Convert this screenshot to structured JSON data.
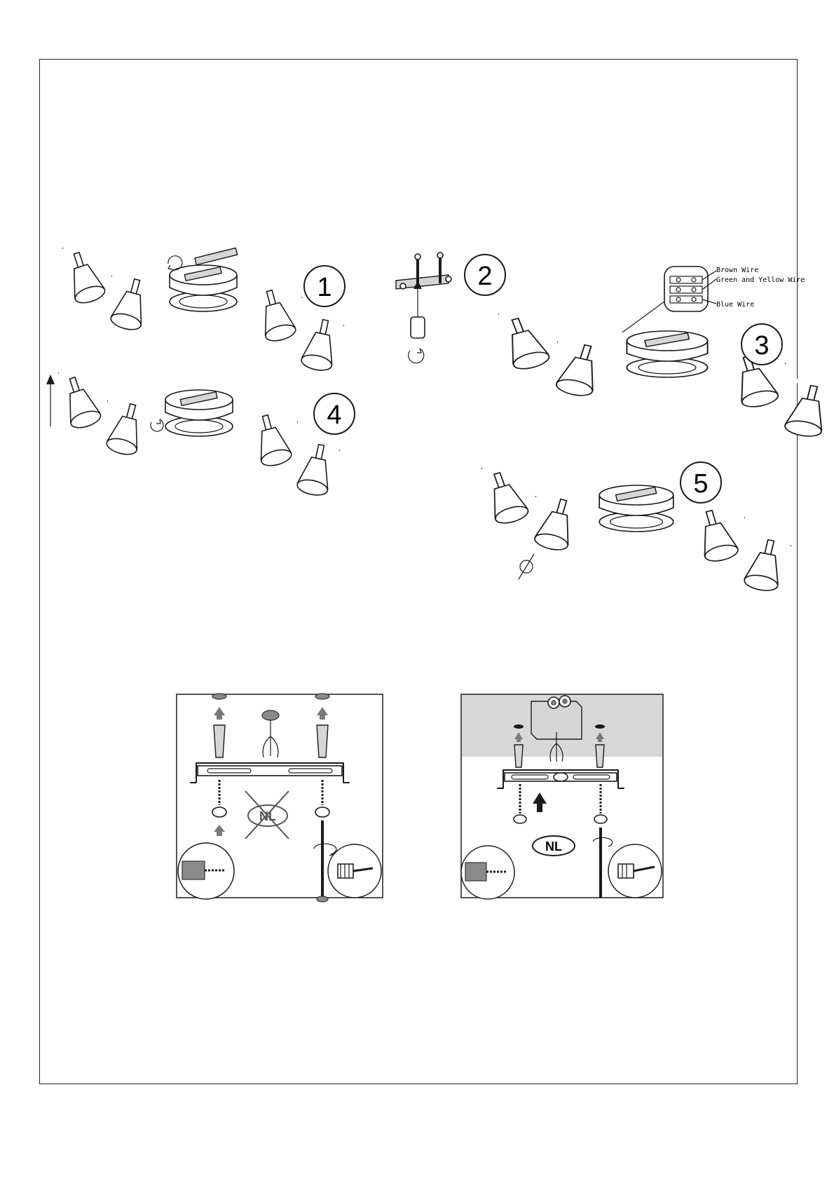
{
  "steps": [
    {
      "number": "1"
    },
    {
      "number": "2"
    },
    {
      "number": "3"
    },
    {
      "number": "4"
    },
    {
      "number": "5"
    }
  ],
  "wiring": {
    "brown": "Brown Wire",
    "green_yellow": "Green and Yellow Wire",
    "blue": "Blue Wire"
  },
  "mounting": {
    "left_badge": "NL",
    "right_badge": "NL"
  },
  "colors": {
    "frame": "#222222",
    "ceiling_panel": "#d8d8d8"
  }
}
